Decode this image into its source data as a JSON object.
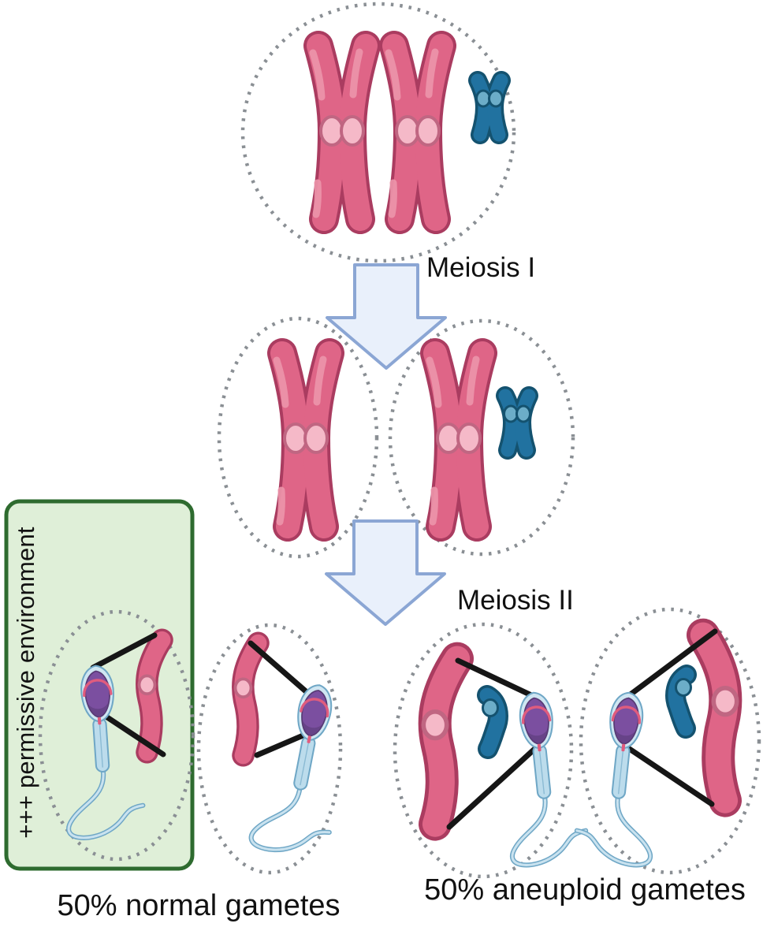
{
  "title": "Meiosis chromosome segregation producing normal and aneuploid sperm",
  "labels": {
    "meiosis_1": "Meiosis I",
    "meiosis_2": "Meiosis II",
    "permissive_environment": "+++ permissive environment",
    "normal_gametes": "50% normal gametes",
    "aneuploid_gametes": "50% aneuploid gametes"
  },
  "colors": {
    "background": "#ffffff",
    "text": "#111111",
    "line": "#161616",
    "cell_dot": "#8a8f94",
    "pink_fill": "#df6587",
    "pink_border": "#aa3c60",
    "pink_hi": "#ec95ab",
    "pink_cent": "#f5b9c8",
    "pink_cent_border": "#c06682",
    "blue_fill": "#2172a0",
    "blue_border": "#14526f",
    "blue_cent": "#6cadc8",
    "sperm_head": "#7b4fa0",
    "sperm_head_dark": "#583a74",
    "acrosome": "#e05c7e",
    "membrane_fill": "#cfe6f2",
    "membrane_stroke": "#6fa7c6",
    "mid_fill": "#bcdcec",
    "tail_stroke": "#6fa7c6",
    "tail_fill": "#c9e2ef",
    "arrow_fill": "#e9f0fb",
    "arrow_stroke": "#8ba6d4",
    "green_fill": "#dfefd8",
    "green_border": "#2e6b2f"
  },
  "cells": [
    {
      "id": "parent-cell",
      "contents": [
        "pink chromosome (2 chromatids)",
        "pink chromosome (2 chromatids)",
        "blue chromosome (2 chromatids)"
      ]
    },
    {
      "id": "meiosis1-cell-left",
      "contents": [
        "pink chromosome (2 chromatids)"
      ]
    },
    {
      "id": "meiosis1-cell-right",
      "contents": [
        "pink chromosome (2 chromatids)",
        "blue chromosome (2 chromatids)"
      ]
    },
    {
      "id": "gamete-normal-boxed",
      "contents": [
        "sperm",
        "pink chromatid"
      ],
      "highlighted": "permissive environment box"
    },
    {
      "id": "gamete-normal",
      "contents": [
        "sperm",
        "pink chromatid"
      ]
    },
    {
      "id": "gamete-aneuploid-1",
      "contents": [
        "sperm",
        "pink chromatid",
        "blue chromatid"
      ]
    },
    {
      "id": "gamete-aneuploid-2",
      "contents": [
        "sperm",
        "pink chromatid",
        "blue chromatid"
      ]
    }
  ]
}
